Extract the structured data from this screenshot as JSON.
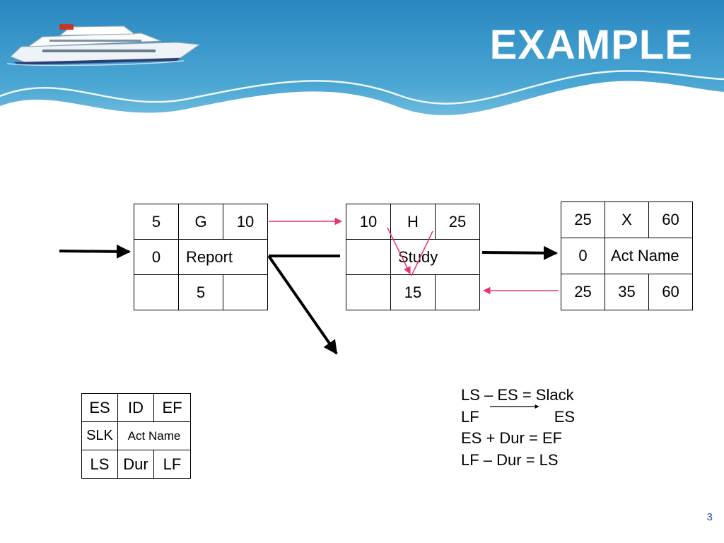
{
  "title": "EXAMPLE",
  "page_number": "3",
  "nodes": {
    "g": {
      "es": "5",
      "id": "G",
      "ef": "10",
      "slk": "0",
      "name": "Report",
      "ls": "",
      "dur": "5",
      "lf": ""
    },
    "h": {
      "es": "10",
      "id": "H",
      "ef": "25",
      "slk": "",
      "name": "Study",
      "ls": "",
      "dur": "15",
      "lf": ""
    },
    "x": {
      "es": "25",
      "id": "X",
      "ef": "60",
      "slk": "0",
      "name": "Act Name",
      "ls": "25",
      "dur": "35",
      "lf": "60"
    }
  },
  "legend_box": {
    "es": "ES",
    "id": "ID",
    "ef": "EF",
    "slk": "SLK",
    "name": "Act Name",
    "ls": "LS",
    "dur": "Dur",
    "lf": "LF"
  },
  "formulas": {
    "line1": "LS – ES = Slack",
    "line2_left": "LF",
    "line2_right": "ES",
    "line3": "ES + Dur = EF",
    "line4": "LF – Dur = LS"
  },
  "colors": {
    "sea_top": "#2f8ec4",
    "sea_bottom": "#7fc8e6",
    "relation_arrow": "#e8336e",
    "page_number": "#1f4fa8"
  }
}
